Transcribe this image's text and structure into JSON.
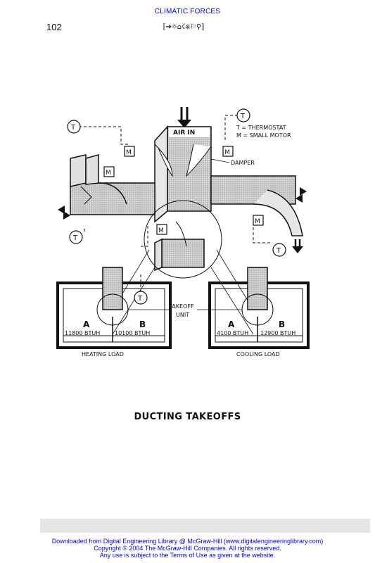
{
  "header": {
    "title": "CLIMATIC FORCES",
    "page_number": "102",
    "symbols": "⟦➔☼⌂☇⎈⚐⚲⟧"
  },
  "figure": {
    "air_in": "AIR IN",
    "legend_t": "T = THERMOSTAT",
    "legend_m": "M = SMALL MOTOR",
    "damper": "DAMPER",
    "takeoff_line1": "TAKEOFF",
    "takeoff_line2": "UNIT",
    "heating": {
      "zone_a": "A",
      "zone_b": "B",
      "a_load": "11800 BTUH",
      "b_load": "10100 BTUH",
      "label": "HEATING LOAD"
    },
    "cooling": {
      "zone_a": "A",
      "zone_b": "B",
      "a_load": "4100 BTUH",
      "b_load": "12900 BTUH",
      "label": "COOLING LOAD"
    },
    "t_symbol": "T",
    "m_symbol": "M"
  },
  "caption": "DUCTING TAKEOFFS",
  "footer": {
    "line1": "Downloaded from Digital Engineering Library @ McGraw-Hill (www.digitalengineeringlibrary.com)",
    "line2": "Copyright © 2004 The McGraw-Hill Companies. All rights reserved.",
    "line3": "Any use is subject to the Terms of Use as given at the website."
  },
  "colors": {
    "link": "#0000ee",
    "ink": "#111111",
    "duct_fill": "#c8c8c8",
    "footer_bar": "#e6e6e6"
  }
}
